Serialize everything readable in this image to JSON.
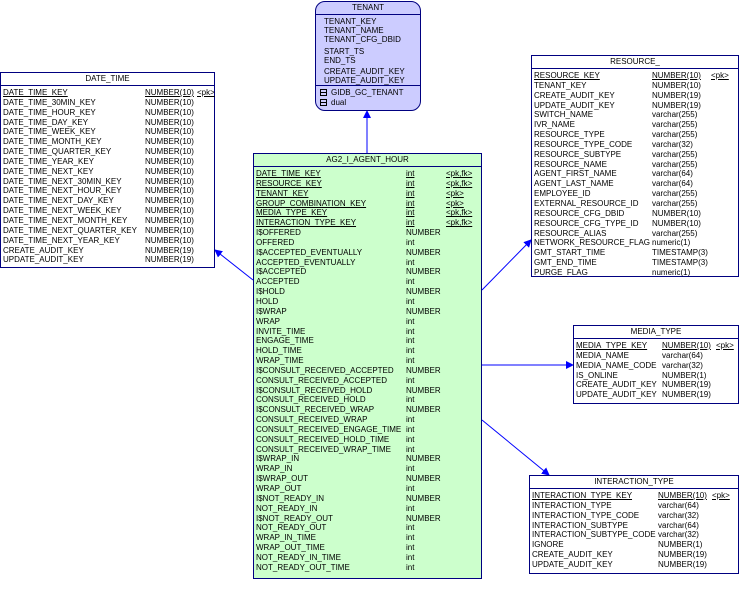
{
  "entities": {
    "tenant": {
      "title": "TENANT",
      "columns": [
        "TENANT_KEY",
        "TENANT_NAME",
        "TENANT_CFG_DBID",
        "START_TS",
        "END_TS",
        "CREATE_AUDIT_KEY",
        "UPDATE_AUDIT_KEY"
      ],
      "references": [
        "GIDB_GC_TENANT",
        "dual"
      ]
    },
    "date_time": {
      "title": "DATE_TIME",
      "rows": [
        {
          "name": "DATE_TIME_KEY",
          "type": "NUMBER(10)",
          "key": "<pk>",
          "pk": true
        },
        {
          "name": "DATE_TIME_30MIN_KEY",
          "type": "NUMBER(10)",
          "key": ""
        },
        {
          "name": "DATE_TIME_HOUR_KEY",
          "type": "NUMBER(10)",
          "key": ""
        },
        {
          "name": "DATE_TIME_DAY_KEY",
          "type": "NUMBER(10)",
          "key": ""
        },
        {
          "name": "DATE_TIME_WEEK_KEY",
          "type": "NUMBER(10)",
          "key": ""
        },
        {
          "name": "DATE_TIME_MONTH_KEY",
          "type": "NUMBER(10)",
          "key": ""
        },
        {
          "name": "DATE_TIME_QUARTER_KEY",
          "type": "NUMBER(10)",
          "key": ""
        },
        {
          "name": "DATE_TIME_YEAR_KEY",
          "type": "NUMBER(10)",
          "key": ""
        },
        {
          "name": "DATE_TIME_NEXT_KEY",
          "type": "NUMBER(10)",
          "key": ""
        },
        {
          "name": "DATE_TIME_NEXT_30MIN_KEY",
          "type": "NUMBER(10)",
          "key": ""
        },
        {
          "name": "DATE_TIME_NEXT_HOUR_KEY",
          "type": "NUMBER(10)",
          "key": ""
        },
        {
          "name": "DATE_TIME_NEXT_DAY_KEY",
          "type": "NUMBER(10)",
          "key": ""
        },
        {
          "name": "DATE_TIME_NEXT_WEEK_KEY",
          "type": "NUMBER(10)",
          "key": ""
        },
        {
          "name": "DATE_TIME_NEXT_MONTH_KEY",
          "type": "NUMBER(10)",
          "key": ""
        },
        {
          "name": "DATE_TIME_NEXT_QUARTER_KEY",
          "type": "NUMBER(10)",
          "key": ""
        },
        {
          "name": "DATE_TIME_NEXT_YEAR_KEY",
          "type": "NUMBER(10)",
          "key": ""
        },
        {
          "name": "CREATE_AUDIT_KEY",
          "type": "NUMBER(19)",
          "key": ""
        },
        {
          "name": "UPDATE_AUDIT_KEY",
          "type": "NUMBER(19)",
          "key": ""
        }
      ]
    },
    "resource": {
      "title": "RESOURCE_",
      "rows": [
        {
          "name": "RESOURCE_KEY",
          "type": "NUMBER(10)",
          "key": "<pk>",
          "pk": true
        },
        {
          "name": "TENANT_KEY",
          "type": "NUMBER(10)",
          "key": ""
        },
        {
          "name": "CREATE_AUDIT_KEY",
          "type": "NUMBER(19)",
          "key": ""
        },
        {
          "name": "UPDATE_AUDIT_KEY",
          "type": "NUMBER(19)",
          "key": ""
        },
        {
          "name": "SWITCH_NAME",
          "type": "varchar(255)",
          "key": ""
        },
        {
          "name": "IVR_NAME",
          "type": "varchar(255)",
          "key": ""
        },
        {
          "name": "RESOURCE_TYPE",
          "type": "varchar(255)",
          "key": ""
        },
        {
          "name": "RESOURCE_TYPE_CODE",
          "type": "varchar(32)",
          "key": ""
        },
        {
          "name": "RESOURCE_SUBTYPE",
          "type": "varchar(255)",
          "key": ""
        },
        {
          "name": "RESOURCE_NAME",
          "type": "varchar(255)",
          "key": ""
        },
        {
          "name": "AGENT_FIRST_NAME",
          "type": "varchar(64)",
          "key": ""
        },
        {
          "name": "AGENT_LAST_NAME",
          "type": "varchar(64)",
          "key": ""
        },
        {
          "name": "EMPLOYEE_ID",
          "type": "varchar(255)",
          "key": ""
        },
        {
          "name": "EXTERNAL_RESOURCE_ID",
          "type": "varchar(255)",
          "key": ""
        },
        {
          "name": "RESOURCE_CFG_DBID",
          "type": "NUMBER(10)",
          "key": ""
        },
        {
          "name": "RESOURCE_CFG_TYPE_ID",
          "type": "NUMBER(10)",
          "key": ""
        },
        {
          "name": "RESOURCE_ALIAS",
          "type": "varchar(255)",
          "key": ""
        },
        {
          "name": "NETWORK_RESOURCE_FLAG",
          "type": "numeric(1)",
          "key": ""
        },
        {
          "name": "GMT_START_TIME",
          "type": "TIMESTAMP(3)",
          "key": ""
        },
        {
          "name": "GMT_END_TIME",
          "type": "TIMESTAMP(3)",
          "key": ""
        },
        {
          "name": "PURGE_FLAG",
          "type": "numeric(1)",
          "key": ""
        }
      ]
    },
    "media_type": {
      "title": "MEDIA_TYPE",
      "rows": [
        {
          "name": "MEDIA_TYPE_KEY",
          "type": "NUMBER(10)",
          "key": "<pk>",
          "pk": true
        },
        {
          "name": "MEDIA_NAME",
          "type": "varchar(64)",
          "key": ""
        },
        {
          "name": "MEDIA_NAME_CODE",
          "type": "varchar(32)",
          "key": ""
        },
        {
          "name": "IS_ONLINE",
          "type": "NUMBER(1)",
          "key": ""
        },
        {
          "name": "CREATE_AUDIT_KEY",
          "type": "NUMBER(19)",
          "key": ""
        },
        {
          "name": "UPDATE_AUDIT_KEY",
          "type": "NUMBER(19)",
          "key": ""
        }
      ]
    },
    "interaction_type": {
      "title": "INTERACTION_TYPE",
      "rows": [
        {
          "name": "INTERACTION_TYPE_KEY",
          "type": "NUMBER(10)",
          "key": "<pk>",
          "pk": true
        },
        {
          "name": "INTERACTION_TYPE",
          "type": "varchar(64)",
          "key": ""
        },
        {
          "name": "INTERACTION_TYPE_CODE",
          "type": "varchar(32)",
          "key": ""
        },
        {
          "name": "INTERACTION_SUBTYPE",
          "type": "varchar(64)",
          "key": ""
        },
        {
          "name": "INTERACTION_SUBTYPE_CODE",
          "type": "varchar(32)",
          "key": ""
        },
        {
          "name": "IGNORE",
          "type": "NUMBER(1)",
          "key": ""
        },
        {
          "name": "CREATE_AUDIT_KEY",
          "type": "NUMBER(19)",
          "key": ""
        },
        {
          "name": "UPDATE_AUDIT_KEY",
          "type": "NUMBER(19)",
          "key": ""
        }
      ]
    },
    "ag2_i_agent_hour": {
      "title": "AG2_I_AGENT_HOUR",
      "rows": [
        {
          "name": "DATE_TIME_KEY",
          "type": "int",
          "key": "<pk,fk>",
          "pk": true
        },
        {
          "name": "RESOURCE_KEY",
          "type": "int",
          "key": "<pk,fk>",
          "pk": true
        },
        {
          "name": "TENANT_KEY",
          "type": "int",
          "key": "<pk>",
          "pk": true
        },
        {
          "name": "GROUP_COMBINATION_KEY",
          "type": "int",
          "key": "<pk>",
          "pk": true
        },
        {
          "name": "MEDIA_TYPE_KEY",
          "type": "int",
          "key": "<pk,fk>",
          "pk": true
        },
        {
          "name": "INTERACTION_TYPE_KEY",
          "type": "int",
          "key": "<pk,fk>",
          "pk": true
        },
        {
          "name": "I$OFFERED",
          "type": "NUMBER",
          "key": ""
        },
        {
          "name": "OFFERED",
          "type": "int",
          "key": ""
        },
        {
          "name": "I$ACCEPTED_EVENTUALLY",
          "type": "NUMBER",
          "key": ""
        },
        {
          "name": "ACCEPTED_EVENTUALLY",
          "type": "int",
          "key": ""
        },
        {
          "name": "I$ACCEPTED",
          "type": "NUMBER",
          "key": ""
        },
        {
          "name": "ACCEPTED",
          "type": "int",
          "key": ""
        },
        {
          "name": "I$HOLD",
          "type": "NUMBER",
          "key": ""
        },
        {
          "name": "HOLD",
          "type": "int",
          "key": ""
        },
        {
          "name": "I$WRAP",
          "type": "NUMBER",
          "key": ""
        },
        {
          "name": "WRAP",
          "type": "int",
          "key": ""
        },
        {
          "name": "INVITE_TIME",
          "type": "int",
          "key": ""
        },
        {
          "name": "ENGAGE_TIME",
          "type": "int",
          "key": ""
        },
        {
          "name": "HOLD_TIME",
          "type": "int",
          "key": ""
        },
        {
          "name": "WRAP_TIME",
          "type": "int",
          "key": ""
        },
        {
          "name": "I$CONSULT_RECEIVED_ACCEPTED",
          "type": "NUMBER",
          "key": ""
        },
        {
          "name": "CONSULT_RECEIVED_ACCEPTED",
          "type": "int",
          "key": ""
        },
        {
          "name": "I$CONSULT_RECEIVED_HOLD",
          "type": "NUMBER",
          "key": ""
        },
        {
          "name": "CONSULT_RECEIVED_HOLD",
          "type": "int",
          "key": ""
        },
        {
          "name": "I$CONSULT_RECEIVED_WRAP",
          "type": "NUMBER",
          "key": ""
        },
        {
          "name": "CONSULT_RECEIVED_WRAP",
          "type": "int",
          "key": ""
        },
        {
          "name": "CONSULT_RECEIVED_ENGAGE_TIME",
          "type": "int",
          "key": ""
        },
        {
          "name": "CONSULT_RECEIVED_HOLD_TIME",
          "type": "int",
          "key": ""
        },
        {
          "name": "CONSULT_RECEIVED_WRAP_TIME",
          "type": "int",
          "key": ""
        },
        {
          "name": "I$WRAP_IN",
          "type": "NUMBER",
          "key": ""
        },
        {
          "name": "WRAP_IN",
          "type": "int",
          "key": ""
        },
        {
          "name": "I$WRAP_OUT",
          "type": "NUMBER",
          "key": ""
        },
        {
          "name": "WRAP_OUT",
          "type": "int",
          "key": ""
        },
        {
          "name": "I$NOT_READY_IN",
          "type": "NUMBER",
          "key": ""
        },
        {
          "name": "NOT_READY_IN",
          "type": "int",
          "key": ""
        },
        {
          "name": "I$NOT_READY_OUT",
          "type": "NUMBER",
          "key": ""
        },
        {
          "name": "NOT_READY_OUT",
          "type": "int",
          "key": ""
        },
        {
          "name": "WRAP_IN_TIME",
          "type": "int",
          "key": ""
        },
        {
          "name": "WRAP_OUT_TIME",
          "type": "int",
          "key": ""
        },
        {
          "name": "NOT_READY_IN_TIME",
          "type": "int",
          "key": ""
        },
        {
          "name": "NOT_READY_OUT_TIME",
          "type": "int",
          "key": ""
        }
      ]
    }
  },
  "colors": {
    "border": "#000080",
    "link": "#0000ff",
    "fact_fill": "#ccffcc",
    "tenant_fill": "#ccccff"
  }
}
